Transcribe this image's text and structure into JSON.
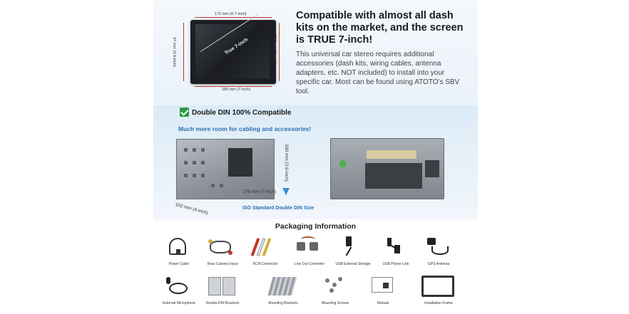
{
  "top": {
    "dim_width_top": "172 mm (6.7-inch)",
    "dim_height_left": "97 mm (3.8-inch)",
    "dim_height_right": "104 mm (4-inch)",
    "dim_width_bottom": "180 mm (7-inch)",
    "diagonal_label": "True 7-inch",
    "headline": "Compatible with almost all dash kits on the market, and the screen is TRUE 7-inch!",
    "body": "This universal car stereo requires additional accessories (dash kits, wiring cables, antenna adapters, etc. NOT included) to install into your specific car. Most can be found using ATOTO's SBV tool."
  },
  "compat": {
    "title": "Double DIN 100% Compatible",
    "subtitle": "Much more room for cabling and accessories!",
    "height_dim": "100 mm (3.9-inch)",
    "depth_dim": "178 mm (7-inch)",
    "width_dim": "102 mm (4-inch)",
    "iso_label": "ISO Standard Double DIN Size"
  },
  "packaging": {
    "title": "Packaging Information",
    "items": [
      {
        "label": "Power Cable",
        "icon": "power-cable-icon"
      },
      {
        "label": "Rear Camera Input",
        "icon": "rear-camera-cable-icon"
      },
      {
        "label": "RCA Connector",
        "icon": "rca-connector-icon"
      },
      {
        "label": "Line Out Converter",
        "icon": "line-out-converter-icon"
      },
      {
        "label": "USB External Storage",
        "icon": "usb-cable-icon"
      },
      {
        "label": "USB Phone Link",
        "icon": "usb-phone-link-icon"
      },
      {
        "label": "GPS Antenna",
        "icon": "gps-antenna-icon"
      },
      {
        "label": "External Microphone",
        "icon": "microphone-icon"
      },
      {
        "label": "Double-DIN Brackets",
        "icon": "brackets-icon"
      },
      {
        "label": "Mounting Brackets",
        "icon": "mounting-brackets-icon"
      },
      {
        "label": "Mounting Screws",
        "icon": "screws-icon"
      },
      {
        "label": "Manual",
        "icon": "manual-icon"
      },
      {
        "label": "Installation Frame",
        "icon": "frame-icon"
      }
    ]
  },
  "colors": {
    "accent_blue": "#2b6fb3",
    "check_green": "#2d9a41",
    "dim_red": "#c0392b"
  }
}
